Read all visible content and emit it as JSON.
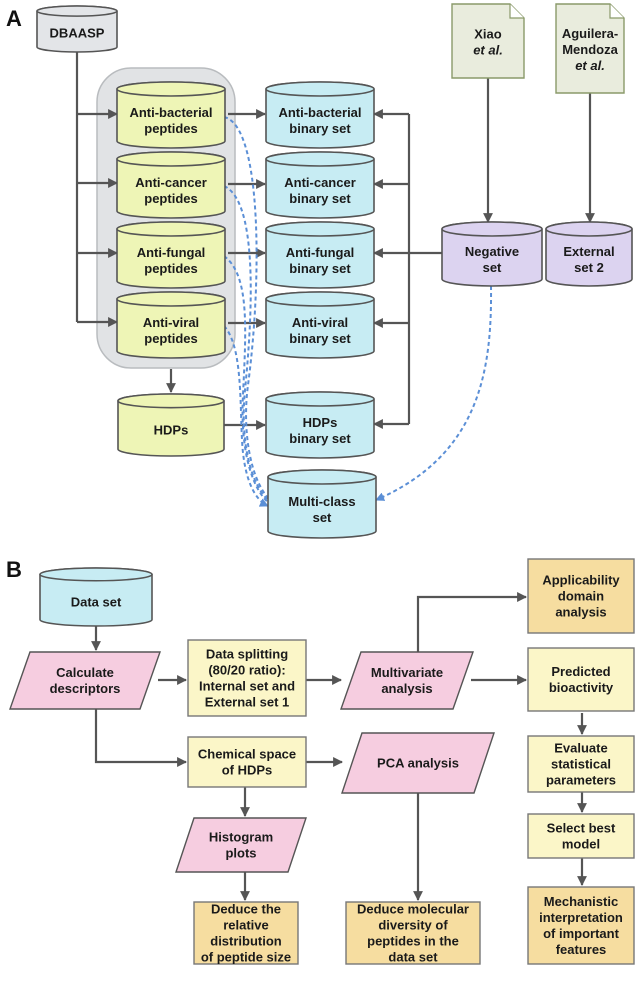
{
  "colors": {
    "gray": "#e3e5e8",
    "lime": "#eef5b6",
    "cyan": "#c7ecf3",
    "purple": "#dcd3f0",
    "pink": "#f6cde0",
    "yellow": "#fbf6c8",
    "orange": "#f6dda0",
    "paper": "#e9ecdd",
    "edge": "#555555",
    "dashed": "#5b8fd6"
  },
  "panel_a": {
    "label": "A",
    "nodes": [
      {
        "id": "dbaasp",
        "shape": "cylinder",
        "color": "gray",
        "lines": [
          "DBAASP"
        ]
      },
      {
        "id": "xiao",
        "shape": "document",
        "color": "paper",
        "lines": [
          "Xiao",
          "et al."
        ]
      },
      {
        "id": "aguilera",
        "shape": "document",
        "color": "paper",
        "lines": [
          "Aguilera-",
          "Mendoza",
          "et al."
        ]
      },
      {
        "id": "antibacterial",
        "shape": "cylinder",
        "color": "lime",
        "lines": [
          "Anti-bacterial",
          "peptides"
        ]
      },
      {
        "id": "anticancer",
        "shape": "cylinder",
        "color": "lime",
        "lines": [
          "Anti-cancer",
          "peptides"
        ]
      },
      {
        "id": "antifungal",
        "shape": "cylinder",
        "color": "lime",
        "lines": [
          "Anti-fungal",
          "peptides"
        ]
      },
      {
        "id": "antiviral",
        "shape": "cylinder",
        "color": "lime",
        "lines": [
          "Anti-viral",
          "peptides"
        ]
      },
      {
        "id": "hdps",
        "shape": "cylinder",
        "color": "lime",
        "lines": [
          "HDPs"
        ]
      },
      {
        "id": "antibacterial_bin",
        "shape": "cylinder",
        "color": "cyan",
        "lines": [
          "Anti-bacterial",
          "binary set"
        ]
      },
      {
        "id": "anticancer_bin",
        "shape": "cylinder",
        "color": "cyan",
        "lines": [
          "Anti-cancer",
          "binary set"
        ]
      },
      {
        "id": "antifungal_bin",
        "shape": "cylinder",
        "color": "cyan",
        "lines": [
          "Anti-fungal",
          "binary set"
        ]
      },
      {
        "id": "antiviral_bin",
        "shape": "cylinder",
        "color": "cyan",
        "lines": [
          "Anti-viral",
          "binary set"
        ]
      },
      {
        "id": "hdps_bin",
        "shape": "cylinder",
        "color": "cyan",
        "lines": [
          "HDPs",
          "binary set"
        ]
      },
      {
        "id": "multiclass",
        "shape": "cylinder",
        "color": "cyan",
        "lines": [
          "Multi-class",
          "set"
        ]
      },
      {
        "id": "negative",
        "shape": "cylinder",
        "color": "purple",
        "lines": [
          "Negative",
          "set"
        ]
      },
      {
        "id": "external2",
        "shape": "cylinder",
        "color": "purple",
        "lines": [
          "External",
          "set 2"
        ]
      }
    ]
  },
  "panel_b": {
    "label": "B",
    "nodes": [
      {
        "id": "dataset",
        "shape": "cylinder",
        "color": "cyan",
        "lines": [
          "Data set"
        ]
      },
      {
        "id": "calc",
        "shape": "parallelogram",
        "color": "pink",
        "lines": [
          "Calculate",
          "descriptors"
        ]
      },
      {
        "id": "split",
        "shape": "rect",
        "color": "yellow",
        "lines": [
          "Data splitting",
          "(80/20 ratio):",
          "Internal set and",
          "External set 1"
        ]
      },
      {
        "id": "multivariate",
        "shape": "parallelogram",
        "color": "pink",
        "lines": [
          "Multivariate",
          "analysis"
        ]
      },
      {
        "id": "applicability",
        "shape": "rect",
        "color": "orange",
        "lines": [
          "Applicability",
          "domain",
          "analysis"
        ]
      },
      {
        "id": "predicted",
        "shape": "rect",
        "color": "yellow",
        "lines": [
          "Predicted",
          "bioactivity"
        ]
      },
      {
        "id": "evaluate",
        "shape": "rect",
        "color": "yellow",
        "lines": [
          "Evaluate",
          "statistical",
          "parameters"
        ]
      },
      {
        "id": "select",
        "shape": "rect",
        "color": "yellow",
        "lines": [
          "Select best",
          "model"
        ]
      },
      {
        "id": "mechanistic",
        "shape": "rect",
        "color": "orange",
        "lines": [
          "Mechanistic",
          "interpretation",
          "of important",
          "features"
        ]
      },
      {
        "id": "chemspace",
        "shape": "rect",
        "color": "yellow",
        "lines": [
          "Chemical space",
          "of HDPs"
        ]
      },
      {
        "id": "pca",
        "shape": "parallelogram",
        "color": "pink",
        "lines": [
          "PCA analysis"
        ]
      },
      {
        "id": "histogram",
        "shape": "parallelogram",
        "color": "pink",
        "lines": [
          "Histogram",
          "plots"
        ]
      },
      {
        "id": "deduce_rel",
        "shape": "rect",
        "color": "orange",
        "lines": [
          "Deduce the",
          "relative",
          "distribution",
          "of peptide size"
        ]
      },
      {
        "id": "deduce_mol",
        "shape": "rect",
        "color": "orange",
        "lines": [
          "Deduce molecular",
          "diversity of",
          "peptides in the",
          "data set"
        ]
      }
    ]
  }
}
